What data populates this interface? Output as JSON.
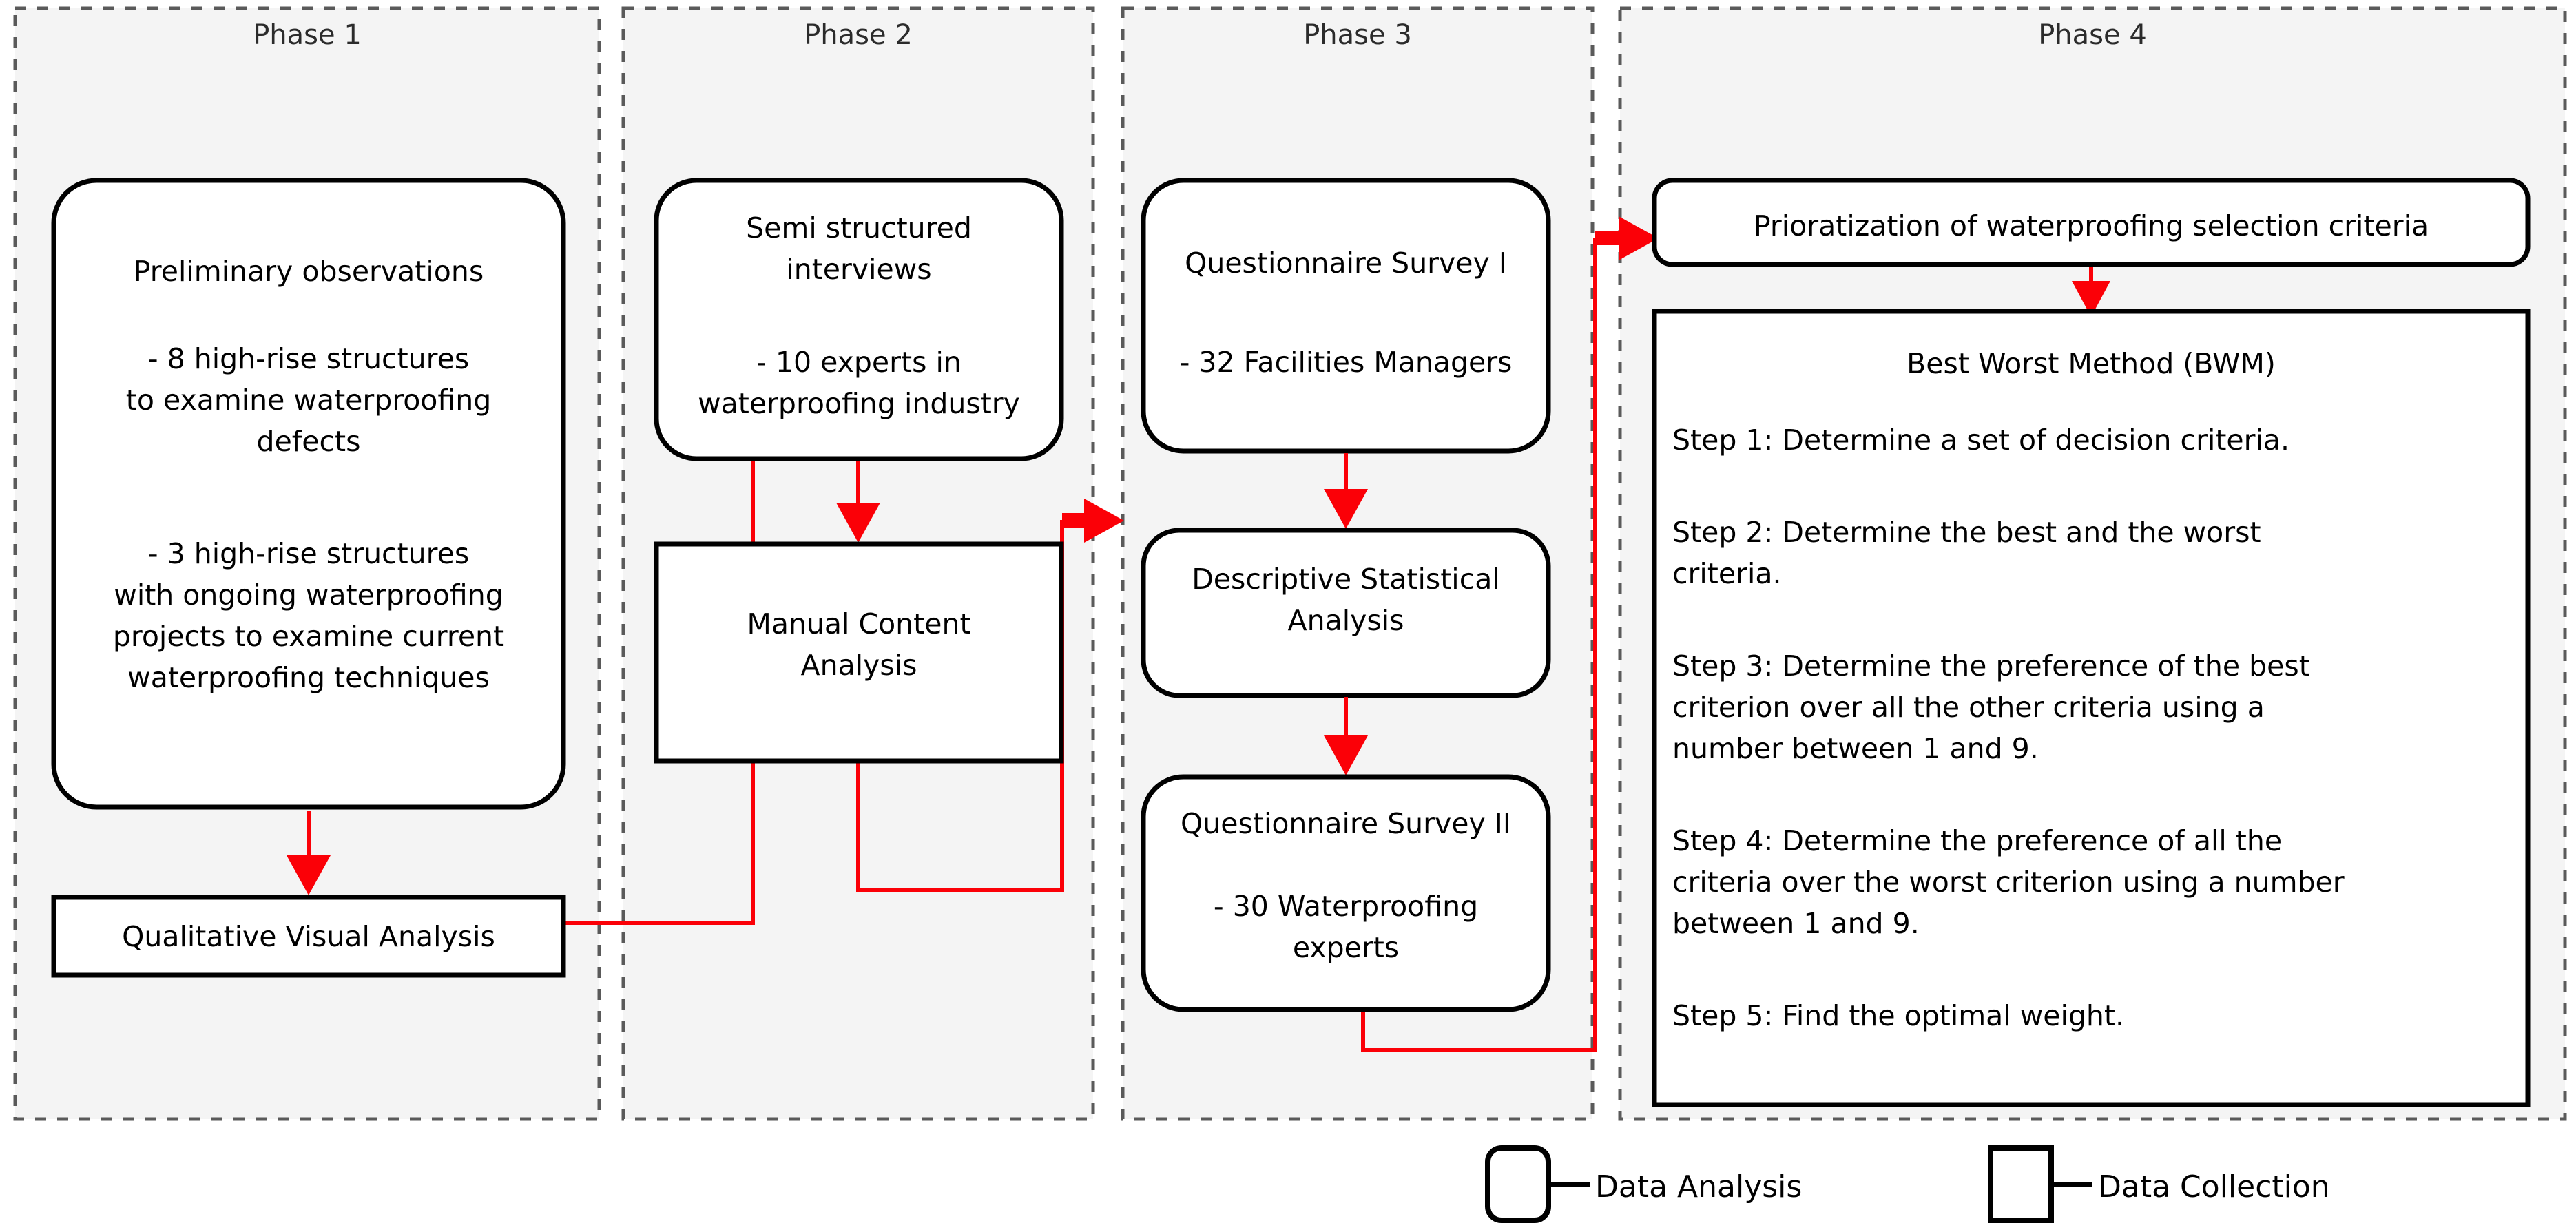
{
  "diagram": {
    "title": "Research methodology flowchart",
    "accent_color": "#fb0007",
    "panel_fill": "#f4f4f4",
    "panel_border": "#5a5a5a",
    "node_border": "#000000"
  },
  "phases": [
    {
      "id": "phase1",
      "title": "Phase 1"
    },
    {
      "id": "phase2",
      "title": "Phase 2"
    },
    {
      "id": "phase3",
      "title": "Phase 3"
    },
    {
      "id": "phase4",
      "title": "Phase 4"
    }
  ],
  "nodes": {
    "preliminary_observations": {
      "shape": "rounded",
      "lines": [
        "Preliminary observations",
        "",
        "   - 8 high-rise structures",
        "to examine waterproofing",
        "defects",
        "",
        "   - 3 high-rise structures",
        "with ongoing waterproofing",
        "projects to examine current",
        "waterproofing techniques"
      ]
    },
    "qualitative_visual_analysis": {
      "shape": "rect",
      "lines": [
        "Qualitative Visual Analysis"
      ]
    },
    "semi_structured_interviews": {
      "shape": "rounded",
      "lines": [
        "Semi structured",
        "interviews",
        "",
        "- 10 experts in",
        "waterproofing industry"
      ]
    },
    "manual_content_analysis": {
      "shape": "rect",
      "lines": [
        "Manual Content",
        "Analysis"
      ]
    },
    "questionnaire_survey_1": {
      "shape": "rounded",
      "lines": [
        "Questionnaire Survey I",
        "",
        "- 32 Facilities Managers"
      ]
    },
    "descriptive_statistical_analysis": {
      "shape": "rounded",
      "lines": [
        "Descriptive Statistical",
        "Analysis"
      ]
    },
    "questionnaire_survey_2": {
      "shape": "rounded",
      "lines": [
        "Questionnaire Survey II",
        "",
        "- 30 Waterproofing",
        "experts"
      ]
    },
    "prioratization_criteria": {
      "shape": "rounded",
      "lines": [
        "Prioratization of waterproofing selection criteria"
      ]
    },
    "best_worst_method": {
      "shape": "rect",
      "heading": "Best Worst Method (BWM)",
      "lines": [
        "Step 1: Determine a set of decision criteria.",
        "",
        "Step 2: Determine the best and the worst",
        "criteria.",
        "",
        "Step 3: Determine the preference of the best",
        "criterion over all the other criteria using a",
        "number between 1 and 9.",
        "",
        "Step 4: Determine the preference of all the",
        "criteria over the worst criterion using a number",
        "between 1 and 9.",
        "",
        "Step 5: Find the optimal weight."
      ]
    }
  },
  "legend": {
    "items": [
      {
        "shape": "rounded",
        "label": "Data Analysis"
      },
      {
        "shape": "rect",
        "label": "Data Collection"
      }
    ]
  }
}
